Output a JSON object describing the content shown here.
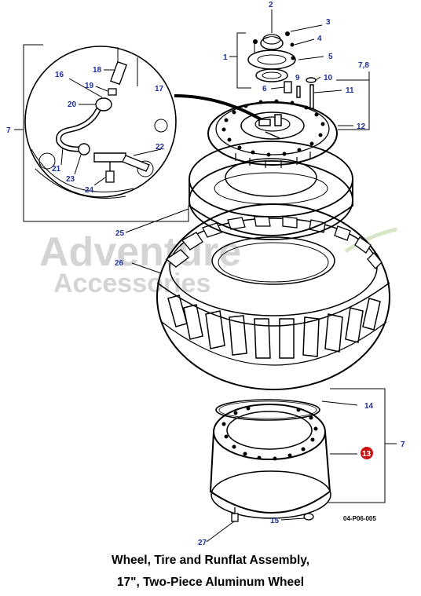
{
  "watermark": {
    "line1": "Adventure",
    "line2": "Accessories"
  },
  "drawing_code": "04-P06-005",
  "caption": {
    "line1": "Wheel, Tire and Runflat Assembly,",
    "line2": "17\", Two-Piece Aluminum  Wheel"
  },
  "callouts": {
    "c1": "1",
    "c2": "2",
    "c3": "3",
    "c4": "4",
    "c5": "5",
    "c6": "6",
    "c7a": "7",
    "c7_8": "7,8",
    "c9": "9",
    "c10": "10",
    "c11": "11",
    "c12": "12",
    "c13": "13",
    "c14": "14",
    "c15": "15",
    "c16": "16",
    "c17": "17",
    "c18": "18",
    "c19": "19",
    "c20": "20",
    "c21": "21",
    "c22": "22",
    "c23": "23",
    "c24": "24",
    "c25": "25",
    "c26": "26",
    "c27": "27",
    "c7c": "7"
  },
  "colors": {
    "callout_text": "#1f2f9c",
    "highlight_callout": "#cc1111",
    "watermark": "#d4d4d4"
  }
}
